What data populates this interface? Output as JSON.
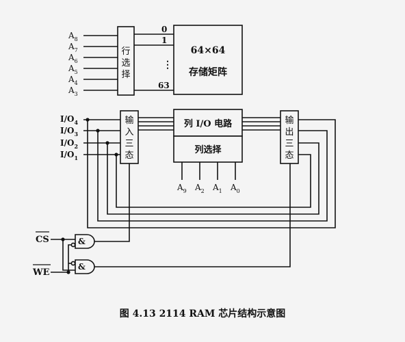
{
  "row_select": {
    "chars": [
      "行",
      "选",
      "择"
    ]
  },
  "row_address": [
    {
      "letter": "A",
      "sub": "8"
    },
    {
      "letter": "A",
      "sub": "7"
    },
    {
      "letter": "A",
      "sub": "6"
    },
    {
      "letter": "A",
      "sub": "5"
    },
    {
      "letter": "A",
      "sub": "4"
    },
    {
      "letter": "A",
      "sub": "3"
    }
  ],
  "row_numbers": {
    "first": "0",
    "second": "1",
    "dots": "⋮",
    "last": "63"
  },
  "matrix": {
    "size": "64×64",
    "label": "存储矩阵"
  },
  "io_pins": [
    {
      "name": "I/O",
      "sub": "4"
    },
    {
      "name": "I/O",
      "sub": "3"
    },
    {
      "name": "I/O",
      "sub": "2"
    },
    {
      "name": "I/O",
      "sub": "1"
    }
  ],
  "input_tristate": {
    "chars": [
      "输",
      "入",
      "三",
      "态"
    ]
  },
  "output_tristate": {
    "chars": [
      "输",
      "出",
      "三",
      "态"
    ]
  },
  "col_io": {
    "label": "列 I/O 电路"
  },
  "col_select": {
    "label": "列选择"
  },
  "col_address": [
    {
      "letter": "A",
      "sub": "9"
    },
    {
      "letter": "A",
      "sub": "2"
    },
    {
      "letter": "A",
      "sub": "1"
    },
    {
      "letter": "A",
      "sub": "0"
    }
  ],
  "controls": {
    "cs": "CS",
    "we": "WE",
    "gate_symbol": "&"
  },
  "caption": "图 4.13   2114 RAM 芯片结构示意图"
}
